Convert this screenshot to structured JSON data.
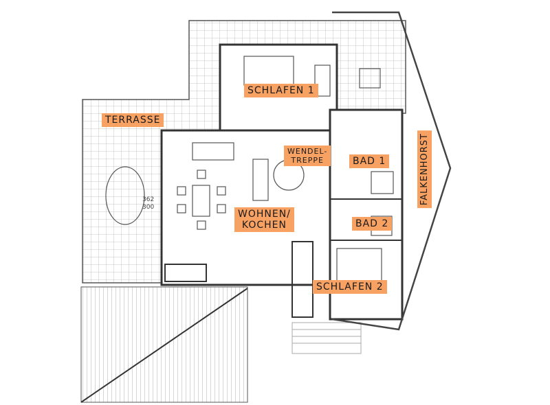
{
  "labels": {
    "terrasse": "TERRASSE",
    "schlafen1": "SCHLAFEN 1",
    "wendeltreppe": "WENDEL-\nTREPPE",
    "bad1": "BAD 1",
    "bad2": "BAD 2",
    "wohnen_kochen": "WOHNEN/\nKOCHEN",
    "schlafen2": "SCHLAFEN 2",
    "falkenhorst": "FALKENHORST"
  },
  "dimensions": {
    "top": "362",
    "bottom": "300"
  },
  "colors": {
    "label_bg": "#f7a163",
    "wall": "#333333",
    "grid": "#b8b8b8"
  }
}
